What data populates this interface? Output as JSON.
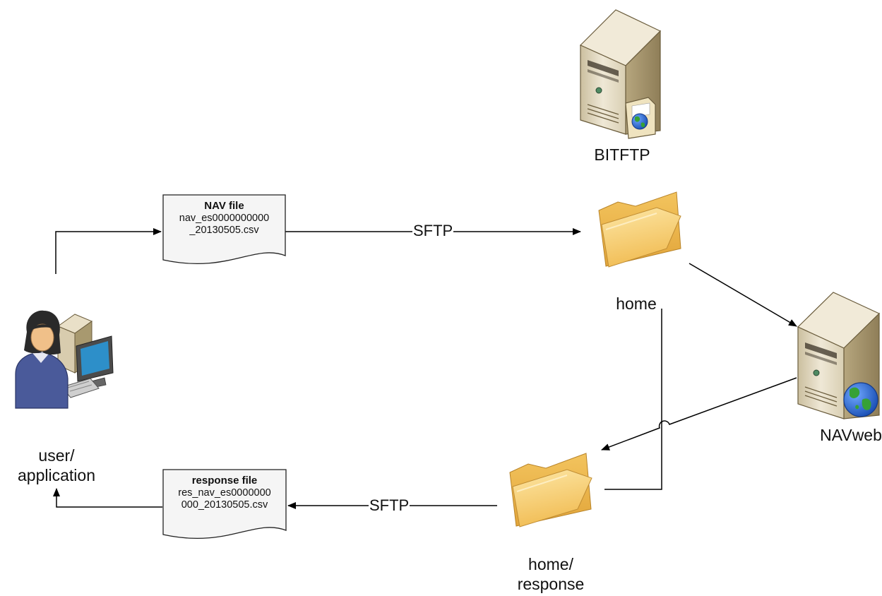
{
  "nodes": {
    "user_app": {
      "label_line1": "user/",
      "label_line2": "application"
    },
    "bitftp": {
      "label": "BITFTP"
    },
    "home_folder": {
      "label": "home"
    },
    "navweb": {
      "label": "NAVweb"
    },
    "response_folder": {
      "label_line1": "home/",
      "label_line2": "response"
    }
  },
  "files": {
    "nav_file": {
      "title": "NAV file",
      "line1": "nav_es0000000000",
      "line2": "_20130505.csv"
    },
    "response_file": {
      "title": "response file",
      "line1": "res_nav_es0000000",
      "line2": "000_20130505.csv"
    }
  },
  "edges": {
    "upload": {
      "label": "SFTP"
    },
    "download": {
      "label": "SFTP"
    }
  },
  "colors": {
    "line": "#000000",
    "server_body": "#e6dcc4",
    "folder": "#f6cf72",
    "globe_blue": "#1f5fc8",
    "globe_green": "#36a136",
    "person_clothes": "#4a5a9a"
  }
}
